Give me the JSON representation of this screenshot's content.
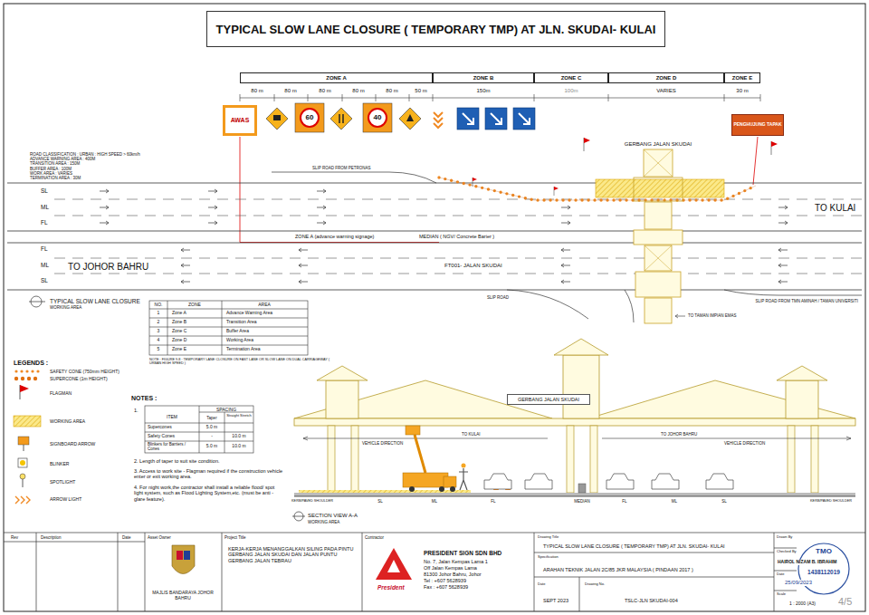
{
  "diagram": {
    "title": "TYPICAL SLOW LANE CLOSURE ( TEMPORARY TMP) AT JLN. SKUDAI- KULAI",
    "nodes": [
      {
        "text": [
          "ZONE A"
        ]
      },
      {
        "text": [
          "ZONE B"
        ]
      },
      {
        "text": [
          "ZONE C"
        ]
      },
      {
        "text": [
          "ZONE D"
        ]
      },
      {
        "text": [
          "ZONE E"
        ]
      },
      {
        "text": [
          "AWAS"
        ]
      },
      {
        "text": [
          "60"
        ]
      },
      {
        "text": [
          "40"
        ]
      },
      {
        "text": [
          "PENGHUJUNG TAPAK"
        ]
      },
      {
        "text": [
          "GERBANG JALAN SKUDAI"
        ]
      }
    ],
    "labels": [
      "80 m",
      "80 m",
      "80 m",
      "80 m",
      "80 m",
      "50 m",
      "150m",
      "100m",
      "VARIES",
      "30 m",
      "ROAD CLASSIFICATION : URBAN : HIGH SPEED > 60km/h",
      "ADVANCE WARNING AREA : 400M",
      "TRANSITION AREA : 150M",
      "BUFFER AREA : 100M",
      "WORK AREA : VARIES",
      "TERMINATION AREA : 30M",
      "SL",
      "ML",
      "FL",
      "FL",
      "ML",
      "SL",
      "SLIP ROAD FROM PETRONAS",
      "GERBANG JALAN SKUDAI",
      "TO KULAI",
      "ZONE A (advance warning signage)",
      "MEDIAN ( NGV/ Concrete Barier )",
      "TO JOHOR BAHRU",
      "FT001- JALAN SKUDAI",
      "SLIP ROAD",
      "TO TAMAN IMPIAN EMAS",
      "SLIP ROAD FROM TMN AMINAH / TAMAN UNIVERSITI",
      "TYPICAL SLOW LANE CLOSURE",
      "WORKING AREA",
      "NO.",
      "ZONE",
      "AREA",
      "1",
      "Zone A",
      "Advance Warning Area",
      "2",
      "Zone B",
      "Transition Area",
      "3",
      "Zone C",
      "Buffer Area",
      "4",
      "Zone D",
      "Working Area",
      "5",
      "Zone E",
      "Termination Area",
      "NOTE : FIGURE 9.8 : TEMPORARY LANE CLOSURE ON FAST LANE OR SLOW LANE ON DUAL CARRIAGEWAY ( URBAN HIGH SPEED )",
      "LEGENDS :",
      "NOTES :",
      "1.",
      "ITEM",
      "SPACING",
      "Taper",
      "Straight Stretch",
      "Supercones",
      "5.0 m",
      "Safety Cones",
      "-",
      "10.0 m",
      "Blinkers for Barriers / Cones",
      "5.0 m",
      "10.0 m",
      "2. Length of taper to suit site condition.",
      "3. Access to work site - Flagman required if the construction vehicle enter or exit working area.",
      "4. For night work,the contractor shall install a reliable flood/ spot light system, such as Flood Lighting System,etc. (must be anti -glare feature).",
      "TO KULAI",
      "TO JOHOR BAHRU",
      "VEHICLE DIRECTION",
      "VEHICLE DIRECTION",
      "KERB/PAVED SHOULDER",
      "SL",
      "ML",
      "FL",
      "MEDIAN",
      "FL",
      "ML",
      "SL",
      "KERB/PAVED SHOULDER",
      "SECTION VIEW A-A",
      "WORKING AREA",
      "Rev",
      "Description",
      "Date",
      "Asset Owner",
      "MAJLIS BANDARAYA JOHOR BAHRU",
      "Project Title",
      "KERJA-KERJA MENANGGALKAN SILING PADA PINTU GERBANG JALAN SKUDAI DAN JALAN PUNTU GERBANG JALAN TEBRAU",
      "Contractor",
      "President",
      "PRESIDENT SIGN SDN BHD",
      "No. 7, Jalan Kempas Lama 1",
      "Off Jalan Kempas Lama",
      "81300 Johor Bahru, Johor",
      "Tel : +607 5628939",
      "Fax : +607 5628939",
      "Drawing Title",
      "TYPICAL SLOW LANE CLOSURE ( TEMPORARY TMP) AT JLN. SKUDAI- KULAI",
      "Specification",
      "ARAHAN TEKNIK JALAN 2C/85 JKR MALAYSIA ( PINDAAN 2017 )",
      "Date",
      "SEPT 2023",
      "Drawing No.",
      "TSLC-JLN SKUDAI-004",
      "Drawn By",
      "Checked By",
      "HAIROL NIZAM B. IBRAHIM",
      "TMO",
      "1438112019",
      "Date",
      "25/09/2023",
      "Scale",
      "1 : 2000 (A3)",
      "4/5"
    ],
    "legend": [
      {
        "text": "SAFETY CONE (750mm HEIGHT)"
      },
      {
        "text": "SUPERCONE (1m HEIGHT)"
      },
      {
        "text": "FLAGMAN"
      },
      {
        "text": "WORKING AREA"
      },
      {
        "text": "SIGNBOARD ARROW"
      },
      {
        "text": "BLINKER"
      },
      {
        "text": "SPOTLIGHT"
      },
      {
        "text": "ARROW LIGHT"
      }
    ]
  }
}
